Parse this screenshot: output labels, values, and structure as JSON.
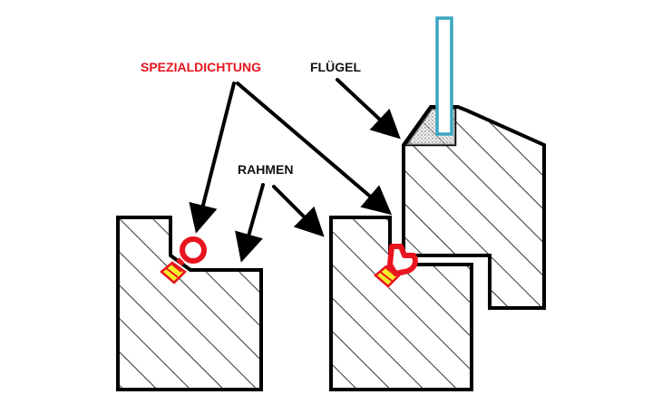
{
  "labels": {
    "seal": "SPEZIALDICHTUNG",
    "sash": "FLÜGEL",
    "frame": "RAHMEN"
  },
  "colors": {
    "seal_label": "#e8141e",
    "label": "#111111",
    "outline": "#000000",
    "seal_red": "#e8141e",
    "seal_yellow": "#f7ef2a",
    "glass": "#39a6c2",
    "glazing_bead": "#d9d9d9"
  },
  "icons": {
    "arrow": "arrow-head-icon"
  }
}
